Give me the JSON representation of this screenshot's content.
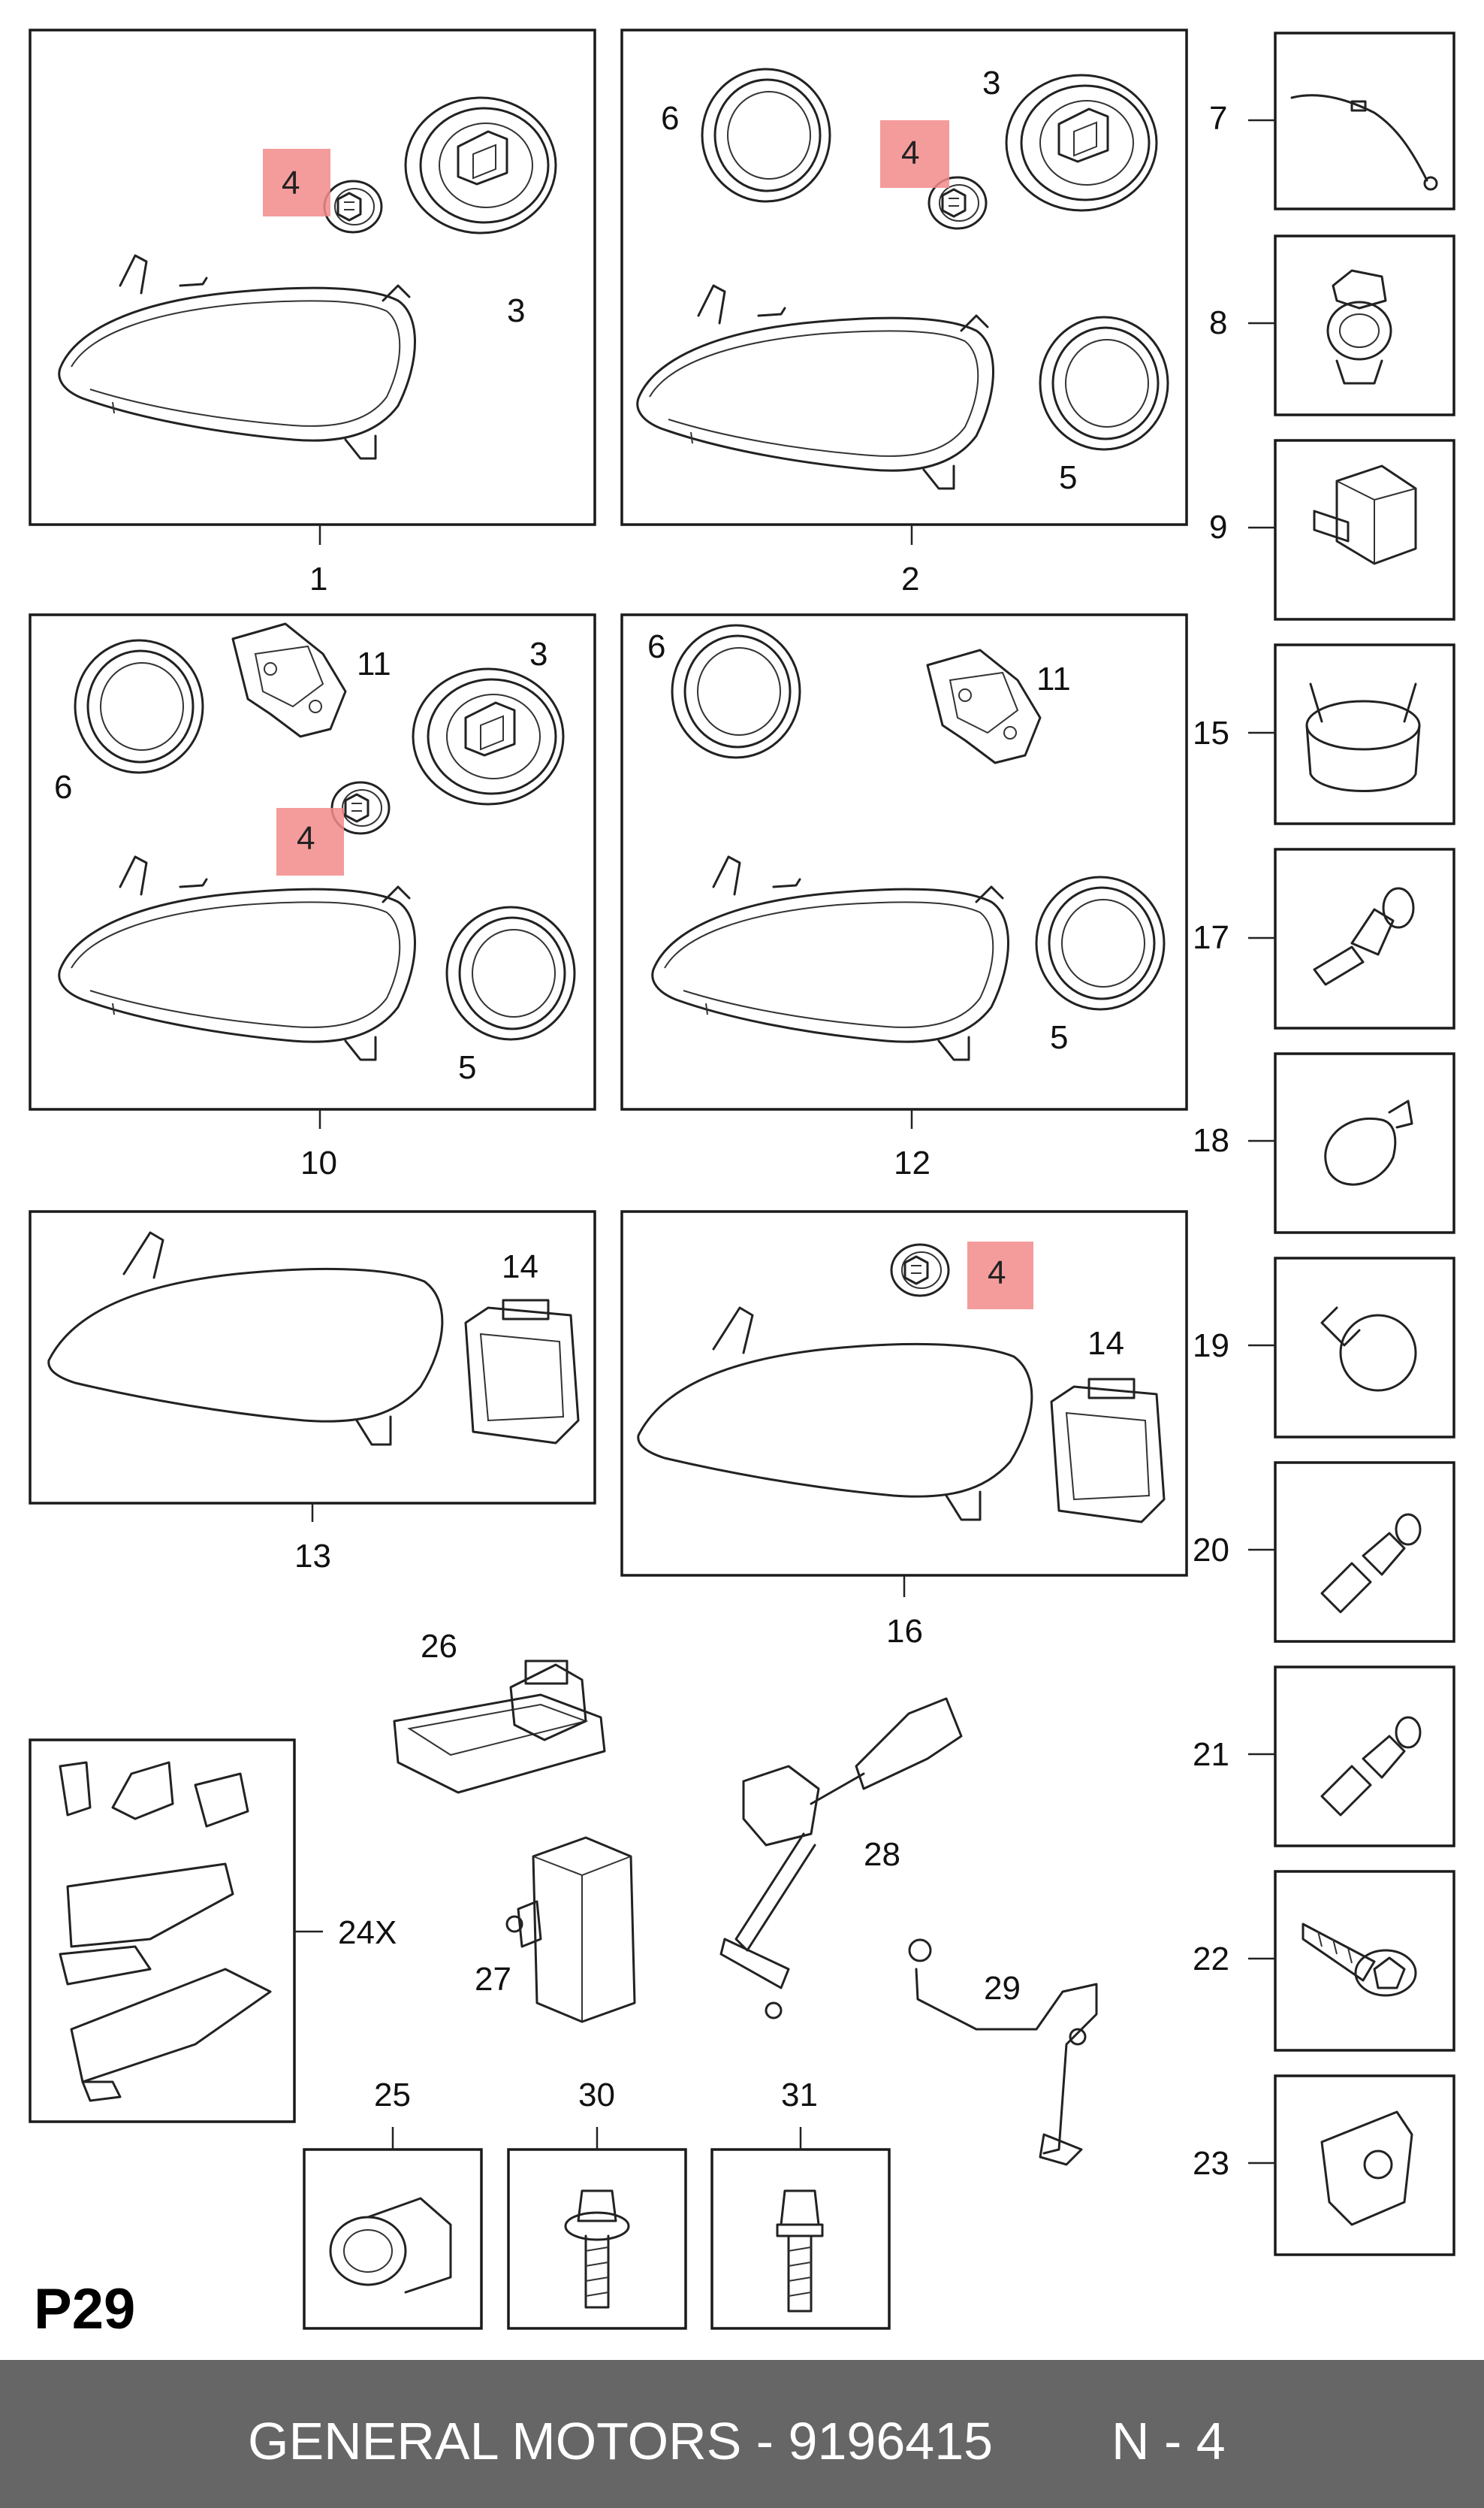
{
  "page_code": "P29",
  "footer": {
    "brand_part": "GENERAL MOTORS - 9196415",
    "position": "N - 4",
    "background": "#666666"
  },
  "highlight_color": "#f28a8a",
  "panels": [
    {
      "callout": "1",
      "parts": [
        "4",
        "3"
      ]
    },
    {
      "callout": "2",
      "parts": [
        "6",
        "4",
        "3",
        "5"
      ]
    },
    {
      "callout": "10",
      "parts": [
        "6",
        "11",
        "3",
        "4",
        "5"
      ]
    },
    {
      "callout": "12",
      "parts": [
        "6",
        "11",
        "5"
      ]
    },
    {
      "callout": "13",
      "parts": [
        "14"
      ]
    },
    {
      "callout": "16",
      "parts": [
        "4",
        "14"
      ]
    }
  ],
  "side_parts": [
    "7",
    "8",
    "9",
    "15",
    "17",
    "18",
    "19",
    "20",
    "21",
    "22",
    "23"
  ],
  "lower_parts": [
    "26",
    "24X",
    "27",
    "28",
    "29",
    "25",
    "30",
    "31"
  ],
  "highlighted_part": "4"
}
